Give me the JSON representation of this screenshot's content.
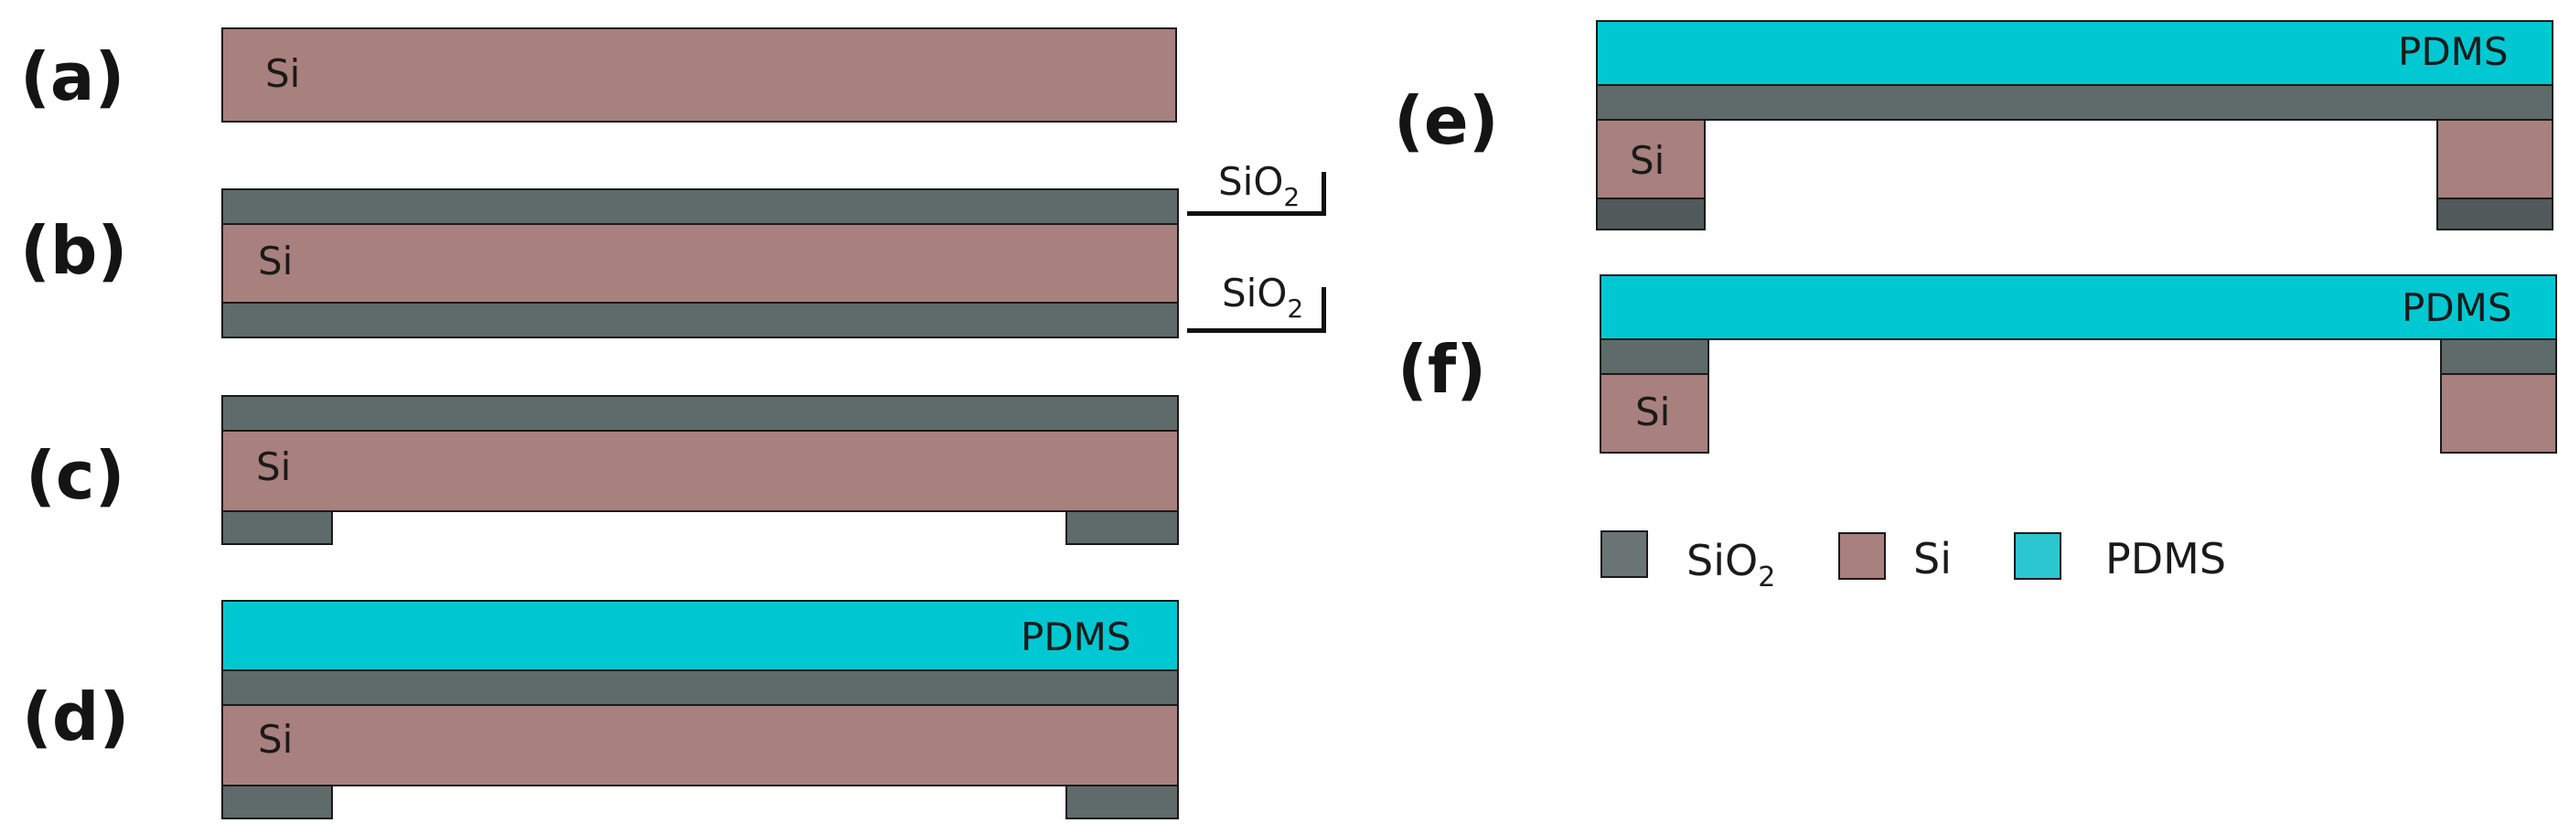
{
  "panels": {
    "a": {
      "label": "(a)",
      "si": "Si"
    },
    "b": {
      "label": "(b)",
      "si": "Si",
      "callout_top": "SiO",
      "callout_top_sub": "2",
      "callout_bottom": "SiO",
      "callout_bottom_sub": "2"
    },
    "c": {
      "label": "(c)",
      "si": "Si"
    },
    "d": {
      "label": "(d)",
      "si": "Si",
      "pdms": "PDMS"
    },
    "e": {
      "label": "(e)",
      "si": "Si",
      "pdms": "PDMS"
    },
    "f": {
      "label": "(f)",
      "si": "Si",
      "pdms": "PDMS"
    }
  },
  "legend": {
    "items": [
      {
        "label": "SiO",
        "sub": "2",
        "color": "#6b7474"
      },
      {
        "label": "Si",
        "sub": "",
        "color": "#a8807d"
      },
      {
        "label": "PDMS",
        "sub": "",
        "color": "#2cc6d0"
      }
    ]
  },
  "colors": {
    "si": "#a8807d",
    "sio2": "#5f6a6a",
    "pdms": "#00c8d2"
  }
}
